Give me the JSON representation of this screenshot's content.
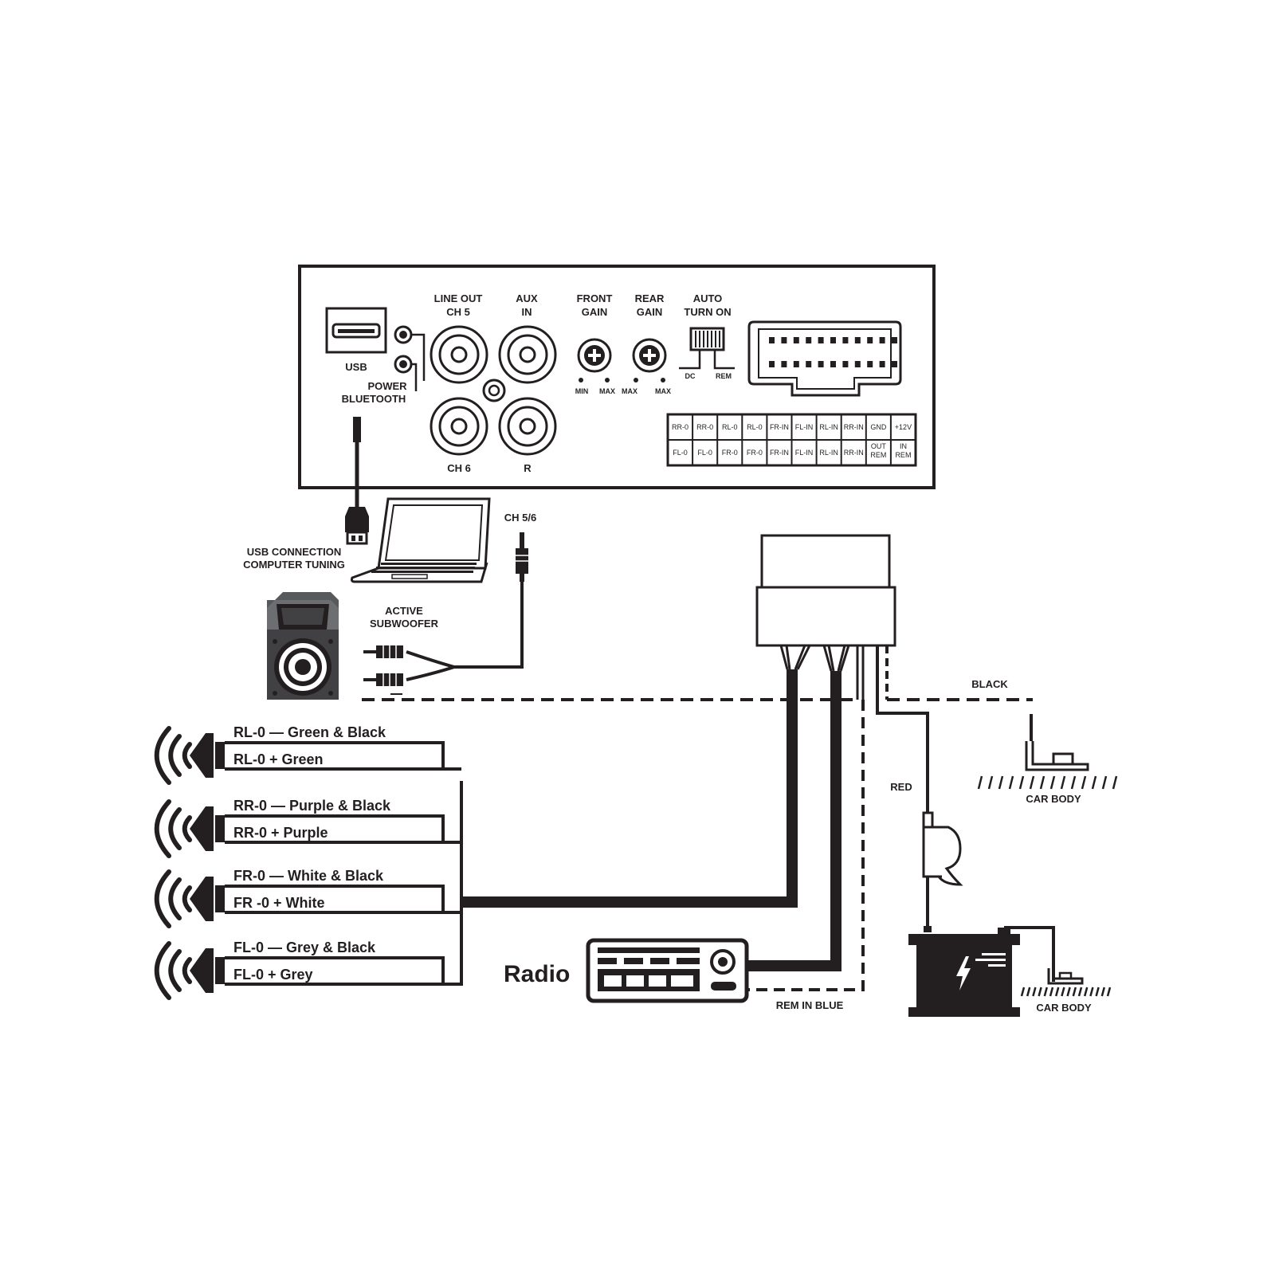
{
  "amplifier": {
    "usb_label": "USB",
    "power_label": "POWER",
    "bluetooth_label": "BLUETOOTH",
    "line_out_1": "LINE OUT",
    "line_out_2": "CH 5",
    "aux_1": "AUX",
    "aux_2": "IN",
    "ch6_label": "CH 6",
    "r_label": "R",
    "front_gain_1": "FRONT",
    "front_gain_2": "GAIN",
    "rear_gain_1": "REAR",
    "rear_gain_2": "GAIN",
    "auto_1": "AUTO",
    "auto_2": "TURN ON",
    "dc_label": "DC",
    "rem_label": "REM",
    "min_label": "MIN",
    "max_label": "MAX",
    "pins_top": [
      "RR-0",
      "RR-0",
      "RL-0",
      "RL-0",
      "FR-IN",
      "FL-IN",
      "RL-IN",
      "RR-IN",
      "GND",
      "+12V"
    ],
    "pins_bottom": [
      "FL-0",
      "FL-0",
      "FR-0",
      "FR-0",
      "FR-IN",
      "FL-IN",
      "RL-IN",
      "RR-IN",
      "OUT REM",
      "IN REM"
    ]
  },
  "usb_connection_1": "USB CONNECTION",
  "usb_connection_2": "COMPUTER TUNING",
  "ch56_label": "CH 5/6",
  "subwoofer_1": "ACTIVE",
  "subwoofer_2": "SUBWOOFER",
  "black_label": "BLACK",
  "red_label": "RED",
  "car_body_1": "CAR BODY",
  "car_body_2": "CAR BODY",
  "radio_label": "Radio",
  "rem_in_label": "REM IN BLUE",
  "speakers": [
    {
      "neg": "RL-0 — Green & Black",
      "pos": "RL-0 + Green"
    },
    {
      "neg": "RR-0 — Purple & Black",
      "pos": "RR-0 + Purple"
    },
    {
      "neg": "FR-0 — White & Black",
      "pos": "FR -0 + White"
    },
    {
      "neg": "FL-0 — Grey & Black",
      "pos": "FL-0 + Grey"
    }
  ]
}
